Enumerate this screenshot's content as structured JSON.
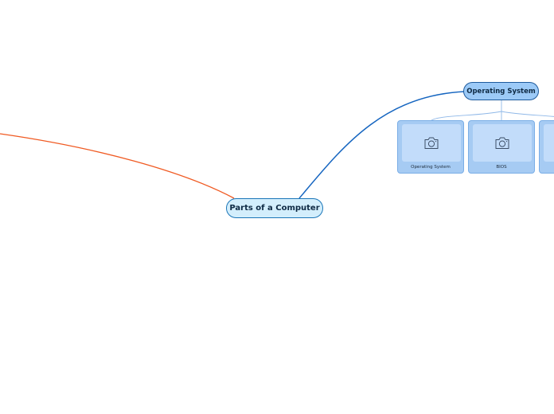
{
  "mindmap": {
    "central": {
      "label": "Parts of a Computer"
    },
    "branch": {
      "label": "Operating System"
    },
    "cards": [
      {
        "label": "Operating System",
        "icon": "camera-icon"
      },
      {
        "label": "BIOS",
        "icon": "camera-icon"
      },
      {
        "label": "",
        "icon": "camera-icon"
      }
    ]
  },
  "colors": {
    "left_branch": "#f05a22",
    "right_branch": "#1565c0",
    "card_connector": "#8fb8e8"
  }
}
